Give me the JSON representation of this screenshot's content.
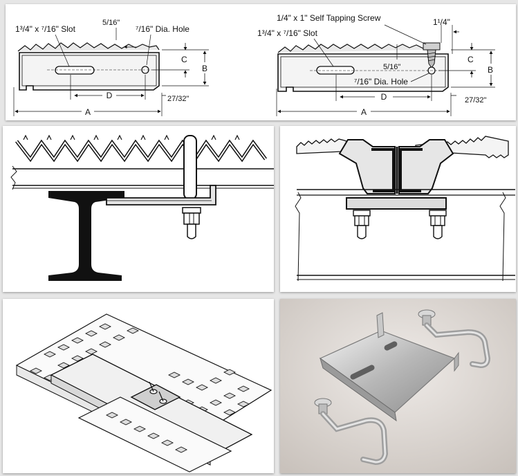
{
  "top_left": {
    "slot_label": "1³/4\" x ⁷/16\" Slot",
    "fraction_5_16": "5/16\"",
    "hole_label": "⁷/16\" Dia. Hole",
    "dim_a": "A",
    "dim_b": "B",
    "dim_c": "C",
    "dim_d": "D",
    "dim_27_32": "27/32\""
  },
  "top_right": {
    "screw_label": "1/4\" x 1\" Self Tapping Screw",
    "slot_label": "1³/4\" x ⁷/16\" Slot",
    "fraction_1_1_4": "1¹/4\"",
    "fraction_5_16": "5/16\"",
    "hole_label": "⁷/16\" Dia. Hole",
    "dim_a": "A",
    "dim_b": "B",
    "dim_c": "C",
    "dim_d": "D",
    "dim_27_32": "27/32\""
  },
  "colors": {
    "line": "#111111",
    "steel_light": "#d9d9d9",
    "steel_mid": "#bdbdbd",
    "photo_bg": "#d8d2cd"
  }
}
